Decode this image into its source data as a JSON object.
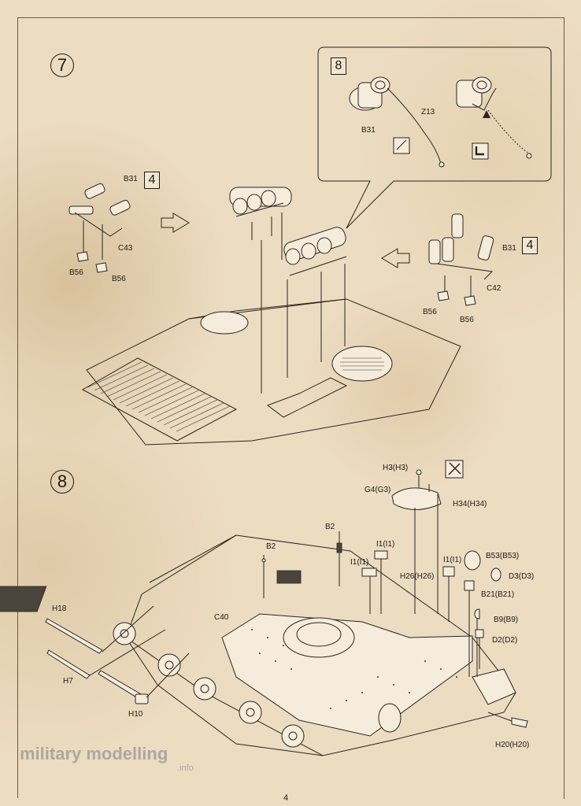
{
  "page": {
    "number": "4"
  },
  "step7": {
    "number": "7",
    "labels": {
      "b31_left": "B31",
      "c43": "C43",
      "b56_l1": "B56",
      "b56_l2": "B56",
      "b31_right": "B31",
      "c42": "C42",
      "b56_r1": "B56",
      "b56_r2": "B56"
    },
    "qty_left": "4",
    "qty_right": "4",
    "inset": {
      "number": "8",
      "b31": "B31",
      "z13": "Z13",
      "icons": [
        "glue-icon",
        "bend-icon"
      ]
    }
  },
  "step8": {
    "number": "8",
    "labels": {
      "h3": "H3(H3)",
      "g4": "G4(G3)",
      "h34": "H34(H34)",
      "b2_top": "B2",
      "b2": "B2",
      "i1_a": "I1(I1)",
      "i1_b": "I1(I1)",
      "i1_c": "I1(I1)",
      "h26": "H26(H26)",
      "b53": "B53(B53)",
      "d3": "D3(D3)",
      "b21": "B21(B21)",
      "b9": "B9(B9)",
      "d2": "D2(D2)",
      "h18": "H18",
      "c40": "C40",
      "h7": "H7",
      "h10": "H10",
      "h20": "H20(H20)"
    },
    "icons": [
      "no-glue-icon"
    ]
  },
  "watermark": {
    "text": "military modelling",
    "suffix": ".info"
  },
  "colors": {
    "paper": "#ecdcc1",
    "ink": "#1e1b17"
  }
}
